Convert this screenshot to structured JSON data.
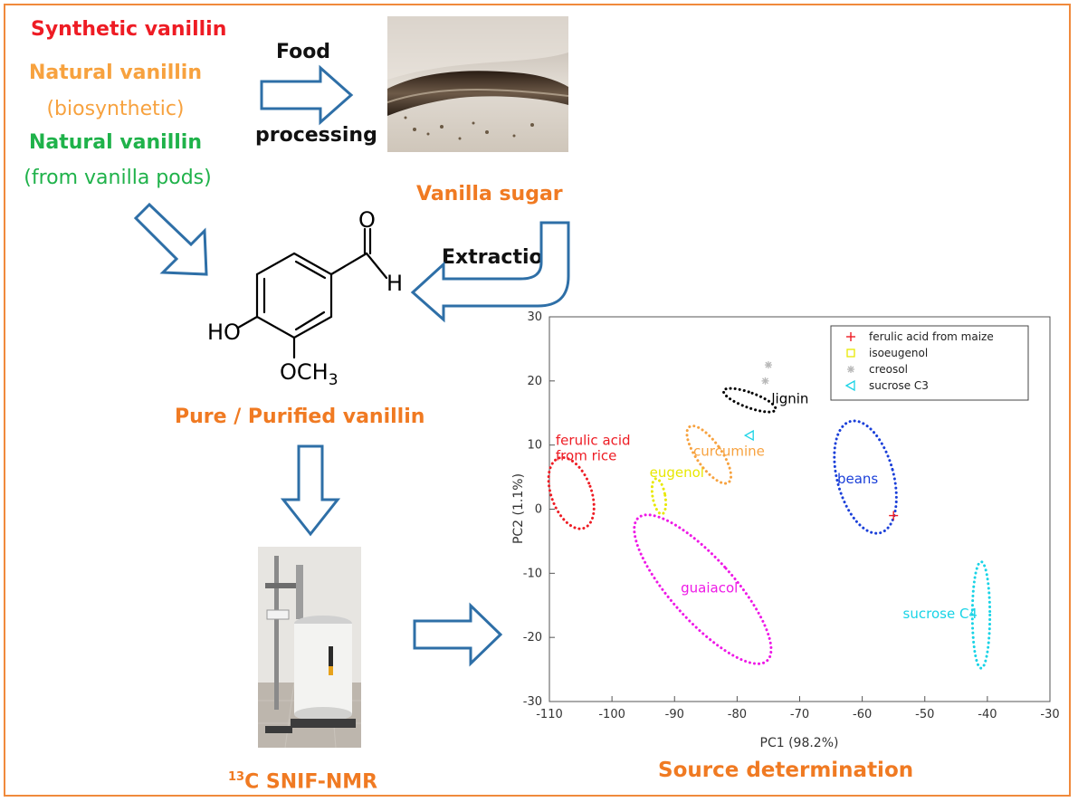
{
  "colors": {
    "frame": "#f08a3c",
    "synthetic": "#ee1c24",
    "biosynthetic": "#f7a23f",
    "natural_pods": "#1fb24a",
    "orange_label": "#f07a22",
    "arrow": "#2e6fa7"
  },
  "sources": {
    "synthetic": "Synthetic vanillin",
    "biosynthetic_title": "Natural vanillin",
    "biosynthetic_sub": "(biosynthetic)",
    "pods_title": "Natural vanillin",
    "pods_sub": "(from vanilla pods)"
  },
  "process": {
    "food_1": "Food",
    "food_2": "processing",
    "vanilla_sugar": "Vanilla sugar",
    "extraction": "Extraction",
    "pure_vanillin": "Pure / Purified vanillin",
    "nmr_sup": "13",
    "nmr_label": "C SNIF-NMR",
    "source_det": "Source determination"
  },
  "molecule": {
    "oxygen": "O",
    "hydrogen": "H",
    "hydroxyl": "HO",
    "methoxy": "OCH",
    "methoxy_sub": "3"
  },
  "icons": {
    "photo_sugar": "vanilla-pod-in-sugar-photo",
    "photo_nmr": "nmr-spectrometer-photo",
    "arrows": [
      "arrow-right-icon",
      "arrow-diagonal-icon",
      "arrow-down-icon",
      "arrow-bent-left-icon"
    ]
  },
  "chart_data": {
    "type": "scatter",
    "xlabel": "PC1 (98.2%)",
    "ylabel": "PC2 (1.1%)",
    "xlim": [
      -110,
      -30
    ],
    "ylim": [
      -30,
      30
    ],
    "xticks": [
      -110,
      -100,
      -90,
      -80,
      -70,
      -60,
      -50,
      -40,
      -30
    ],
    "yticks": [
      -30,
      -20,
      -10,
      0,
      10,
      20,
      30
    ],
    "legend_position": "top-right",
    "legend": [
      {
        "name": "ferulic acid from maize",
        "marker": "plus",
        "color": "#ee1c24"
      },
      {
        "name": "isoeugenol",
        "marker": "square",
        "color": "#e8e800"
      },
      {
        "name": "creosol",
        "marker": "star",
        "color": "#b8b8b8"
      },
      {
        "name": "sucrose C3",
        "marker": "triangle-left",
        "color": "#19d3e6"
      }
    ],
    "points": [
      {
        "series": "ferulic acid from maize",
        "x": -55,
        "y": -1
      },
      {
        "series": "creosol",
        "x": -75,
        "y": 22.5
      },
      {
        "series": "creosol",
        "x": -75.5,
        "y": 20
      },
      {
        "series": "sucrose C3",
        "x": -78,
        "y": 11.5
      }
    ],
    "ellipses": [
      {
        "label": "ferulic acid",
        "label2": "from rice",
        "color": "#ee1c24",
        "cx": -106.5,
        "cy": 2.5,
        "rx": 3.2,
        "ry": 5.8,
        "angle": -20,
        "lx": -109,
        "ly": 10
      },
      {
        "label": "eugenol",
        "color": "#e8e800",
        "cx": -92.5,
        "cy": 2,
        "rx": 1.0,
        "ry": 2.8,
        "angle": -10,
        "lx": -94,
        "ly": 5
      },
      {
        "label": "curcumine",
        "color": "#f7a23f",
        "cx": -84.5,
        "cy": 8.5,
        "rx": 2.0,
        "ry": 5.3,
        "angle": -35,
        "lx": -87,
        "ly": 8.3
      },
      {
        "label": "lignin",
        "color": "#000000",
        "cx": -78,
        "cy": 17,
        "rx": 1.2,
        "ry": 4.3,
        "angle": -70,
        "lx": -74.5,
        "ly": 16.5
      },
      {
        "label": "beans",
        "color": "#1a3fd9",
        "cx": -59.5,
        "cy": 5,
        "rx": 4.5,
        "ry": 9.0,
        "angle": -15,
        "lx": -64,
        "ly": 4
      },
      {
        "label": "guaiacol",
        "color": "#ee19e6",
        "cx": -85.5,
        "cy": -12.5,
        "rx": 5.0,
        "ry": 15.0,
        "angle": -42,
        "lx": -89,
        "ly": -13
      },
      {
        "label": "sucrose C4",
        "color": "#19d3e6",
        "cx": -41,
        "cy": -16.5,
        "rx": 1.4,
        "ry": 8.3,
        "angle": 0,
        "lx": -53.5,
        "ly": -17
      }
    ]
  }
}
